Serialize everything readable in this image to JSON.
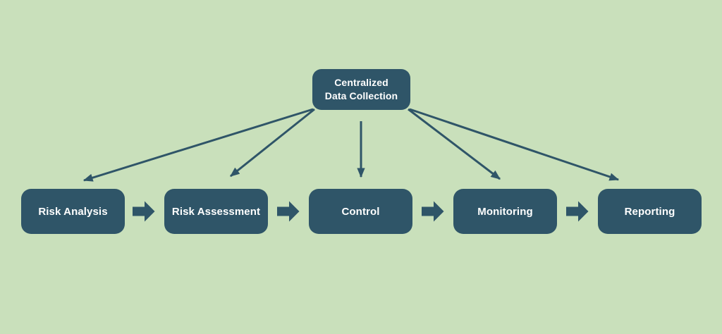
{
  "colors": {
    "background": "#c9e0bb",
    "node_fill": "#2f5568",
    "node_text": "#ffffff",
    "connector": "#2f5568"
  },
  "root_node": {
    "line1": "Centralized",
    "line2": "Data Collection"
  },
  "process_nodes": [
    {
      "label": "Risk Analysis"
    },
    {
      "label": "Risk Assessment"
    },
    {
      "label": "Control"
    },
    {
      "label": "Monitoring"
    },
    {
      "label": "Reporting"
    }
  ],
  "icons": {
    "flow_arrow": "block-arrow-right",
    "connector_arrow": "thin-arrow-down"
  }
}
